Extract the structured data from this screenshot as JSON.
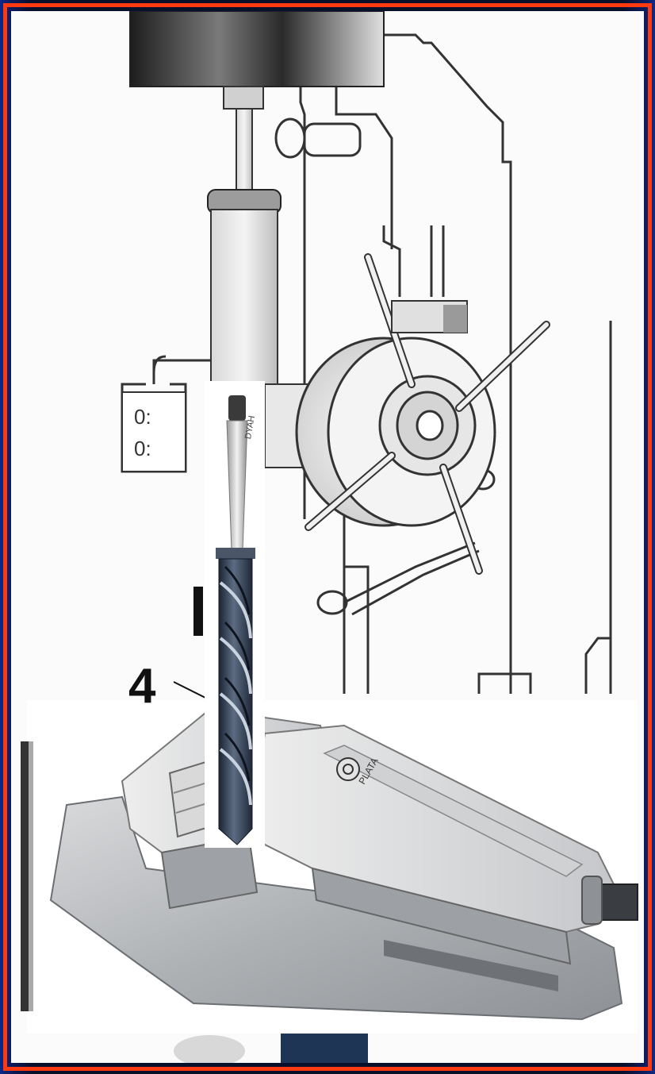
{
  "callout": {
    "number": "4"
  },
  "drill_bit": {
    "marking": "DYAH"
  },
  "vise": {
    "badge_text": "PLATA"
  },
  "colors": {
    "border": "#ff3a10",
    "outer_background": "#0a0f2a",
    "diagram_line": "#333333",
    "vise_body": "#b9bcbf",
    "drill_steel": "#2c3a4f"
  },
  "icons": [
    "drill-press-diagram",
    "twist-drill-bit",
    "machine-vise"
  ]
}
